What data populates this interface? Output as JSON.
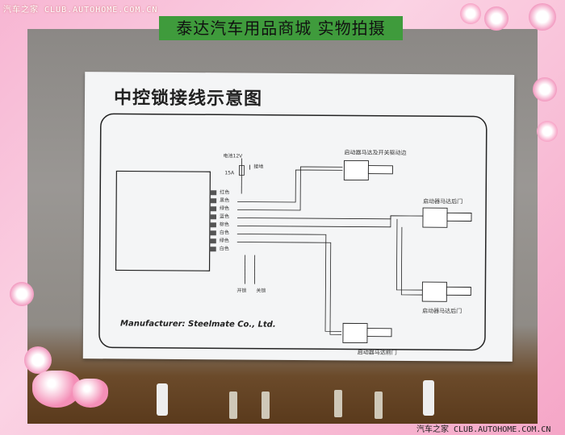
{
  "watermark_top": "汽车之家 CLUB.AUTOHOME.COM.CN",
  "watermark_bottom": "汽车之家 CLUB.AUTOHOME.COM.CN",
  "banner": "泰达汽车用品商城 实物拍摄",
  "diagram": {
    "title": "中控锁接线示意图",
    "manufacturer": "Manufacturer: Steelmate Co., Ltd.",
    "battery_label": "电池12V",
    "fuse_label": "15A",
    "ground_label": "接地",
    "wire_colors": [
      "红色",
      "黑色",
      "绿色",
      "蓝色",
      "棕色",
      "白色",
      "绿色",
      "白色"
    ],
    "switch_labels": [
      "开锁",
      "关锁"
    ],
    "motors": [
      "启动器马达及开关驱动边",
      "启动器马达后门",
      "启动器马达后门",
      "启动器马达前门"
    ]
  },
  "colors": {
    "banner_bg": "#3f9b3c",
    "frame_pink": "#f3a9c8"
  }
}
